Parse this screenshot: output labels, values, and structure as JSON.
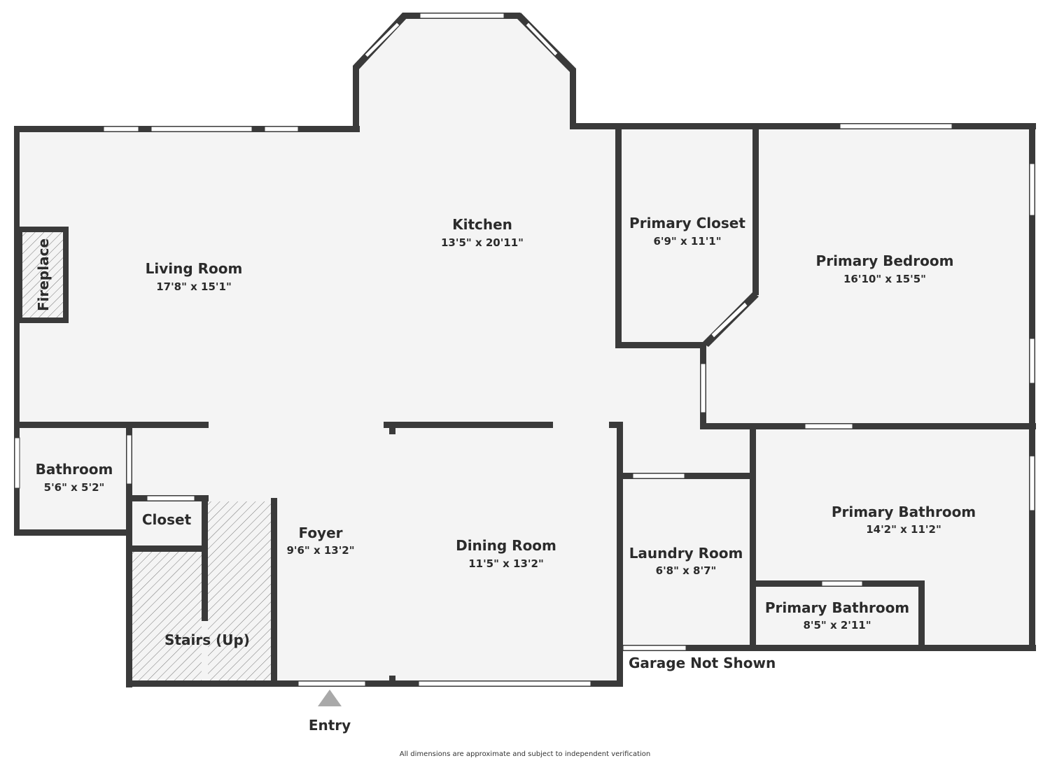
{
  "rooms": {
    "kitchen": {
      "name": "Kitchen",
      "dims": "13'5\" x 20'11\""
    },
    "living_room": {
      "name": "Living Room",
      "dims": "17'8\" x 15'1\""
    },
    "primary_closet": {
      "name": "Primary Closet",
      "dims": "6'9\" x 11'1\""
    },
    "primary_bedroom": {
      "name": "Primary Bedroom",
      "dims": "16'10\" x 15'5\""
    },
    "bathroom": {
      "name": "Bathroom",
      "dims": "5'6\" x 5'2\""
    },
    "closet": {
      "name": "Closet"
    },
    "foyer": {
      "name": "Foyer",
      "dims": "9'6\" x 13'2\""
    },
    "dining_room": {
      "name": "Dining Room",
      "dims": "11'5\" x 13'2\""
    },
    "laundry_room": {
      "name": "Laundry Room",
      "dims": "6'8\" x 8'7\""
    },
    "primary_bathroom": {
      "name": "Primary Bathroom",
      "dims": "14'2\" x 11'2\""
    },
    "primary_bathroom_2": {
      "name": "Primary Bathroom",
      "dims": "8'5\" x 2'11\""
    },
    "stairs": {
      "name": "Stairs (Up)"
    }
  },
  "fireplace_label": "Fireplace",
  "garage_note": "Garage Not Shown",
  "entry_label": "Entry",
  "disclaimer": "All dimensions are approximate and subject to independent verification",
  "colors": {
    "wall": "#3a3a3a",
    "floor": "#f4f4f4",
    "entry_marker": "#a9a9a9"
  }
}
